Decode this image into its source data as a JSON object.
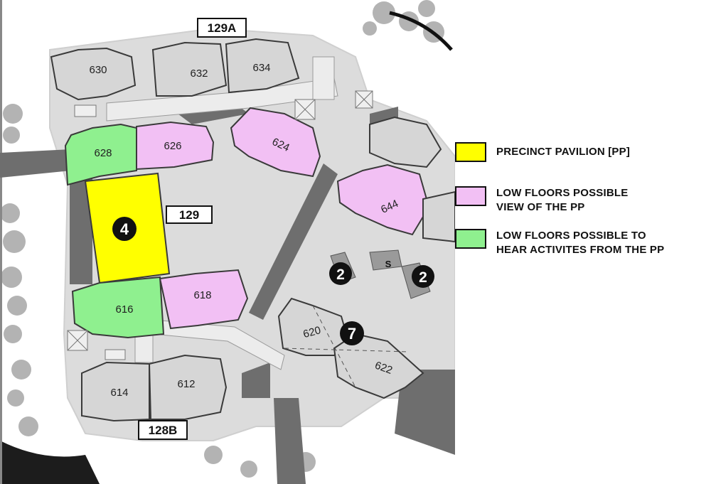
{
  "colors": {
    "pavilion": "#ffff00",
    "view": "#f2c0f4",
    "hear": "#8ff08f",
    "block": "#d6d6d6",
    "ground": "#d9d9d9",
    "path": "#6e6e6e"
  },
  "blocks": {
    "b630": "630",
    "b632": "632",
    "b634": "634",
    "b628": "628",
    "b626": "626",
    "b624": "624",
    "b644": "644",
    "b616": "616",
    "b618": "618",
    "b620": "620",
    "b622": "622",
    "b614": "614",
    "b612": "612"
  },
  "street_labels": {
    "top": "129A",
    "middle": "129",
    "bottom": "128B"
  },
  "markers": {
    "pavilion": "4",
    "marker_2a": "2",
    "marker_2b": "2",
    "marker_7": "7",
    "shelter": "S"
  },
  "legend": [
    {
      "label": "PRECINCT PAVILION [PP]",
      "color": "#ffff00"
    },
    {
      "label": "LOW FLOORS POSSIBLE\nVIEW OF THE PP",
      "color": "#f2c0f4"
    },
    {
      "label": "LOW FLOORS POSSIBLE TO\nHEAR ACTIVITES FROM THE PP",
      "color": "#8ff08f"
    }
  ]
}
